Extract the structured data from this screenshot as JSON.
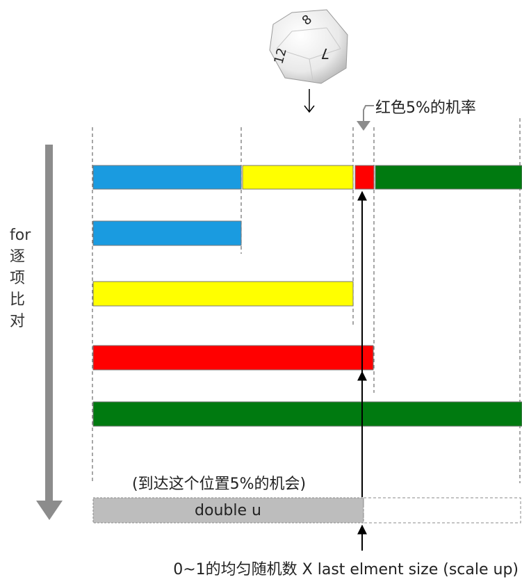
{
  "labels": {
    "dice_numbers": [
      "8",
      "12",
      "7"
    ],
    "red_chance": "红色5%的机率",
    "loop_label": [
      "for",
      "逐",
      "项",
      "比",
      "对"
    ],
    "reach_chance": "(到达这个位置5%的机会)",
    "double_u": "double u",
    "bottom_formula": "0~1的均匀随机数 X last elment size (scale up)"
  },
  "colors": {
    "blue": "#1a9be0",
    "yellow": "#ffff00",
    "red": "#ff0000",
    "green": "#007a10",
    "gray_bar": "#bdbdbd",
    "gray_arrow": "#8c8c8c",
    "dashed": "#6b6b6b"
  },
  "icons": {
    "dice": "d12-die-icon"
  }
}
